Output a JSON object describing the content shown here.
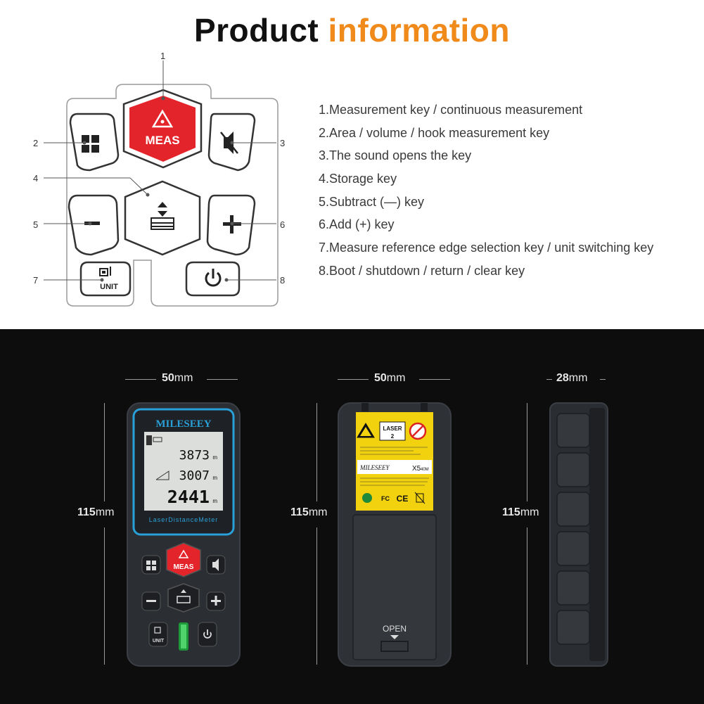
{
  "header": {
    "title_part1": "Product",
    "title_part2": "information",
    "title_part1_color": "#111111",
    "title_part2_color": "#ef8a1b"
  },
  "keypad": {
    "callout_numbers": [
      "1",
      "2",
      "3",
      "4",
      "5",
      "6",
      "7",
      "8"
    ],
    "meas_label": "MEAS",
    "unit_label": "UNIT",
    "meas_color": "#e4242b",
    "icons": {
      "key1": "laser-warning-icon",
      "key2": "grid-icon",
      "key3": "speaker-mute-icon",
      "key4": "storage-icon",
      "key5": "minus-icon",
      "key6": "plus-icon",
      "key7": "unit-icon",
      "key8": "power-icon"
    }
  },
  "descriptions": [
    "1.Measurement key / continuous measurement",
    "2.Area / volume / hook measurement key",
    "3.The sound opens the key",
    "4.Storage key",
    "5.Subtract (—) key",
    "6.Add (+) key",
    "7.Measure reference edge selection key / unit switching key",
    "8.Boot / shutdown / return / clear key"
  ],
  "dimensions": {
    "front_width": "50",
    "back_width": "50",
    "side_width": "28",
    "height": "115",
    "unit": "mm"
  },
  "device_front": {
    "brand": "MILESEEY",
    "reading1": "3873",
    "reading2": "3007",
    "reading3": "2441",
    "reading_unit": "m",
    "subtitle": "LaserDistanceMeter",
    "meas_label": "MEAS",
    "unit_label": "UNIT",
    "accent_color": "#2aa0d8"
  },
  "device_back": {
    "laser_label": "LASER",
    "laser_class": "2",
    "brand": "MILESEEY",
    "model": "X5",
    "model_range": "40M",
    "fcc": "FC",
    "ce": "CE",
    "open_label": "OPEN",
    "label_color": "#f2d20f"
  }
}
